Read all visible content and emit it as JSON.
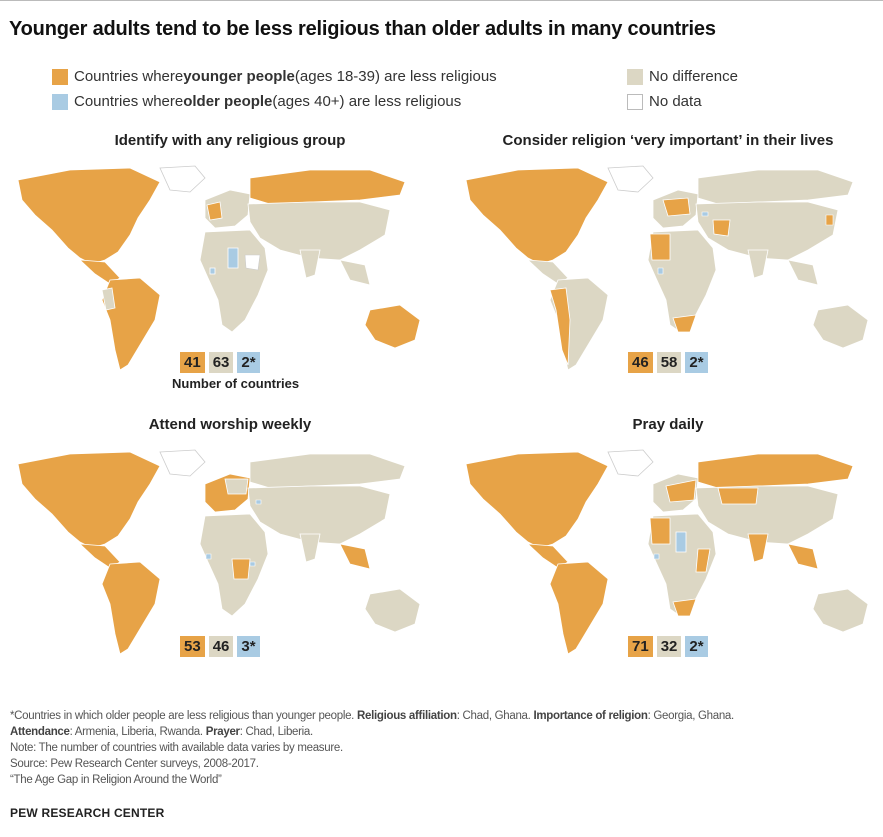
{
  "title": "Younger adults tend to be less religious than older adults in many countries",
  "legend": {
    "younger": {
      "pre": "Countries where ",
      "bold": "younger people",
      "post": " (ages 18-39) are less religious",
      "color": "#e7a347"
    },
    "older": {
      "pre": "Countries where ",
      "bold": "older people",
      "post": " (ages 40+) are less religious",
      "color": "#a9cbe3"
    },
    "nodiff": {
      "label": "No difference",
      "color": "#dcd7c4"
    },
    "nodata": {
      "label": "No data",
      "color": "#ffffff"
    }
  },
  "panels": [
    {
      "title": "Identify with any religious group",
      "younger": "41",
      "nodiff": "63",
      "older": "2*"
    },
    {
      "title": "Consider religion ‘very important’ in their lives",
      "younger": "46",
      "nodiff": "58",
      "older": "2*"
    },
    {
      "title": "Attend worship weekly",
      "younger": "53",
      "nodiff": "46",
      "older": "3*"
    },
    {
      "title": "Pray daily",
      "younger": "71",
      "nodiff": "32",
      "older": "2*"
    }
  ],
  "count_label": "Number of countries",
  "notes": {
    "line1_pre": "*Countries in which older people are less religious than younger people. ",
    "aff_label": "Religious affiliation",
    "aff_val": ": Chad, Ghana. ",
    "imp_label": "Importance of religion",
    "imp_val": ": Georgia, Ghana.",
    "att_label": "Attendance",
    "att_val": ": Armenia, Liberia, Rwanda. ",
    "pray_label": "Prayer",
    "pray_val": ": Chad, Liberia.",
    "note": "Note: The number of countries with available data varies by measure.",
    "source": "Source: Pew Research Center surveys, 2008-2017.",
    "report": "“The Age Gap in Religion Around the World”"
  },
  "brand": "PEW RESEARCH CENTER"
}
